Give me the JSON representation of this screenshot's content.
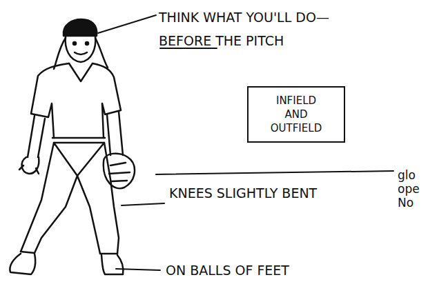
{
  "diagram": {
    "nodes": [
      {
        "text": [
          "INFIELD AND OUTFIELD"
        ]
      }
    ],
    "labels": [
      "THINK WHAT YOU'LL DO— BEFORE THE PITCH",
      "glo ope No",
      "KNEES SLIGHTLY BENT",
      "ON BALLS OF FEET"
    ]
  }
}
